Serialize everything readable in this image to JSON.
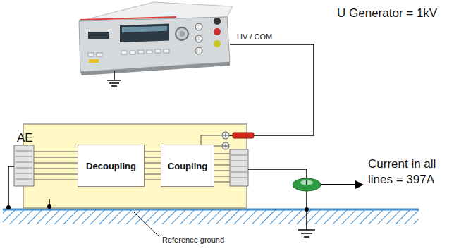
{
  "diagram": {
    "nodes": [
      {
        "text": [
          "Decoupling"
        ]
      },
      {
        "text": [
          "Coupling"
        ]
      }
    ],
    "edges": [
      {
        "from": 0,
        "to": 1,
        "arrow": "none"
      }
    ],
    "labels": [
      "U Generator = 1kV",
      "HV / COM",
      "AE",
      "Current in all lines = 397A",
      "Reference ground"
    ]
  }
}
